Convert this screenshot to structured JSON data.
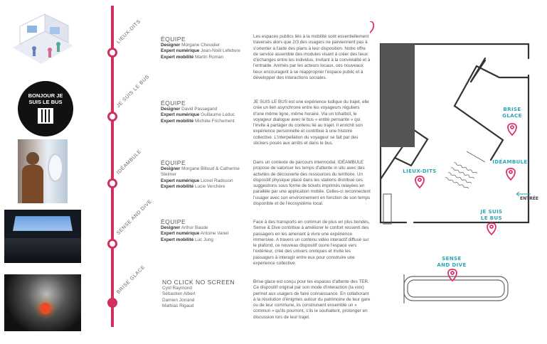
{
  "colors": {
    "accent": "#d22f5e",
    "teal": "#2aa5b5",
    "wall": "#333333"
  },
  "images": [
    {
      "name": "lieux-dits-illustration"
    },
    {
      "name": "je-suis-le-bus-sticker",
      "text": "BONJOUR JE SUIS LE BUS"
    },
    {
      "name": "ideambule-photo"
    },
    {
      "name": "sense-and-dive-photo"
    },
    {
      "name": "brise-glace-photo"
    }
  ],
  "timeline": [
    "LIEUX-DITS",
    "JE SUIS LE BUS",
    "IDÉAMBULE",
    "SENSE AND DIVE",
    "BRISE GLACE"
  ],
  "projects": [
    {
      "heading": "ÉQUIPE",
      "roles": [
        [
          "Designer",
          "Morgane Chevalier"
        ],
        [
          "Expert numérique",
          "Jean-Noël Lefebvre"
        ],
        [
          "Expert mobilité",
          "Martin Roman"
        ]
      ],
      "description": "Les espaces publics liés à la mobilité sont essentiellement traversés alors que 2/3 des usagers ne parviennent pas à s'orienter à l'aide des plans à leur disposition. Notre offre de service assemble des modules visant à créer des lieux d'échanges entre les individus, invitant à la convivialité et à l'entraide. Animés par les acteurs locaux, ces nouveaux lieux encouragent à se réapproprier l'espace public et à développer des interactions sociales."
    },
    {
      "heading": "ÉQUIPE",
      "roles": [
        [
          "Designer",
          "David Passegand"
        ],
        [
          "Expert numérique",
          "Guillaume Leduc"
        ],
        [
          "Expert mobilité",
          "Michèle Frichement"
        ]
      ],
      "description": "JE SUIS LE BUS est une expérience ludique du trajet, elle crée un lien asynchrone entre les voyageurs réguliers d'une même ligne, même horaire. Via un tchatbot, le voyageur dialogue avec le bus « entité pensante » qui l'invite à partager du contenu lié au trajet. Il enrichit son expérience personnelle et contribue à une histoire collective. L'interpellation du voyageur se fait par des stickers posés aux arrêts et dans le bus."
    },
    {
      "heading": "ÉQUIPE",
      "roles": [
        [
          "Designer",
          "Morgane Billoud & Catherine Steimer"
        ],
        [
          "Expert numérique",
          "Lionel Radisson"
        ],
        [
          "Expert mobilité",
          "Lucie Verchère"
        ]
      ],
      "description": "Dans un contexte de parcours intermodal, IDÉAMBULE propose de valoriser les temps d'attente in situ avec des activités de découverte des ressources du territoire. Un dispositif physique placé dans les stations distribue ces suggestions sous forme de tickets imprimés relayées en parallèle par une application mobile. Celles-ci reconnectent l'usager avec son environnement en fonction de son temps disponible et de l'écosystème local."
    },
    {
      "heading": "ÉQUIPE",
      "roles": [
        [
          "Designer",
          "Arthur Baude"
        ],
        [
          "Expert numérique",
          "Antoine Vanel"
        ],
        [
          "Expert mobilité",
          "Luc Jung"
        ]
      ],
      "description": "Face à des transports en commun de plus en plus bondés, Sense & Dive contribue à améliorer le confort ressenti des passagers en les amenant à vivre une expérience immersive. A travers un contenu vidéo interactif diffusé sur le plafond, ce nouveau dispositif ouvre l'espace vers l'extérieur, créé des univers oniriques et invite les passagers à interagir entre eux pour construire une expérience collective."
    },
    {
      "heading": "NO CLICK NO SCREEN",
      "members": [
        "Cyril Raymond",
        "Sébastien Albert",
        "Damien Jorrand",
        "Mathias Rigaud"
      ],
      "description": "Brise glace est conçu pour les espaces d'attente des TER. Ce dispositif original par son mode d'interaction (la voix) permet aux usagers de faire connaissance. En collaborant à la résolution d'énigmes autour du patrimoine de leur gare ou de leur commune, ils construisent ensemble un « commun » qu'ils pourront, s'ils le souhaitent, prolonger en discussion lors de leur trajet."
    }
  ],
  "map": {
    "labels": {
      "brise": [
        "BRISE",
        "GLACE"
      ],
      "ideambule": "IDÉAMBULE",
      "lieux": "LIEUX-DITS",
      "bus": [
        "JE SUIS",
        "LE BUS"
      ],
      "sense": [
        "SENSE",
        "AND DIVE"
      ],
      "entree": "ENTRÉE"
    }
  }
}
